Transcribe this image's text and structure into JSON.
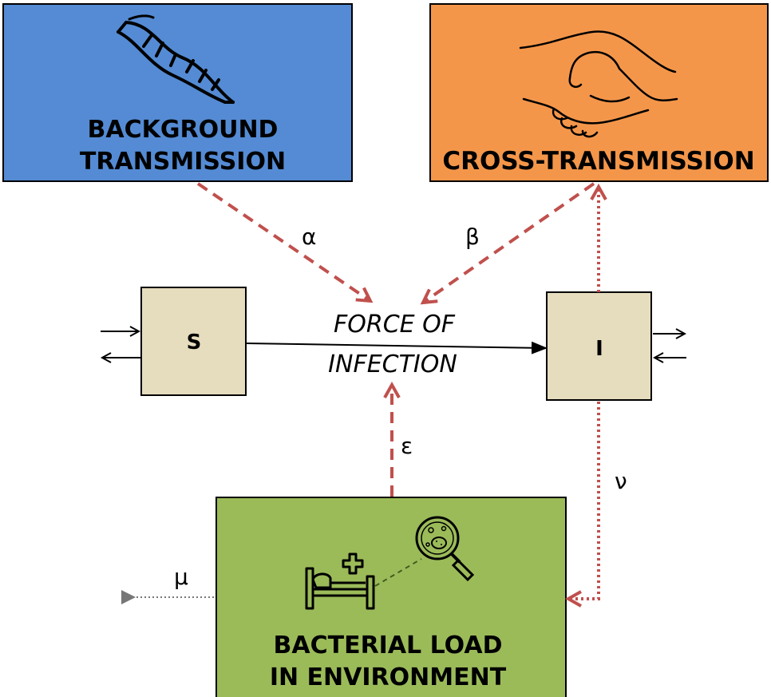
{
  "boxes": {
    "background": {
      "line1": "BACKGROUND",
      "line2": "TRANSMISSION",
      "color": "#548BD4"
    },
    "cross": {
      "label": "CROSS-TRANSMISSION",
      "color": "#F4964A"
    },
    "environment": {
      "line1": "BACTERIAL LOAD",
      "line2": "IN ENVIRONMENT",
      "color": "#9BBB59"
    }
  },
  "compartments": {
    "s": {
      "label": "S"
    },
    "i": {
      "label": "I"
    },
    "fill": "#E6DCBE"
  },
  "force_of_infection": {
    "line1": "FORCE OF",
    "line2": "INFECTION"
  },
  "rates": {
    "alpha": "α",
    "beta": "β",
    "epsilon": "ε",
    "nu": "ν",
    "mu": "μ"
  },
  "colors": {
    "dashed_arrow": "#C0504D",
    "decay_arrow": "#777777",
    "flow_arrow": "#000000"
  },
  "icons": [
    "dna-icon",
    "handshake-icon",
    "hospital-bed-icon",
    "bacteria-magnifier-icon"
  ]
}
